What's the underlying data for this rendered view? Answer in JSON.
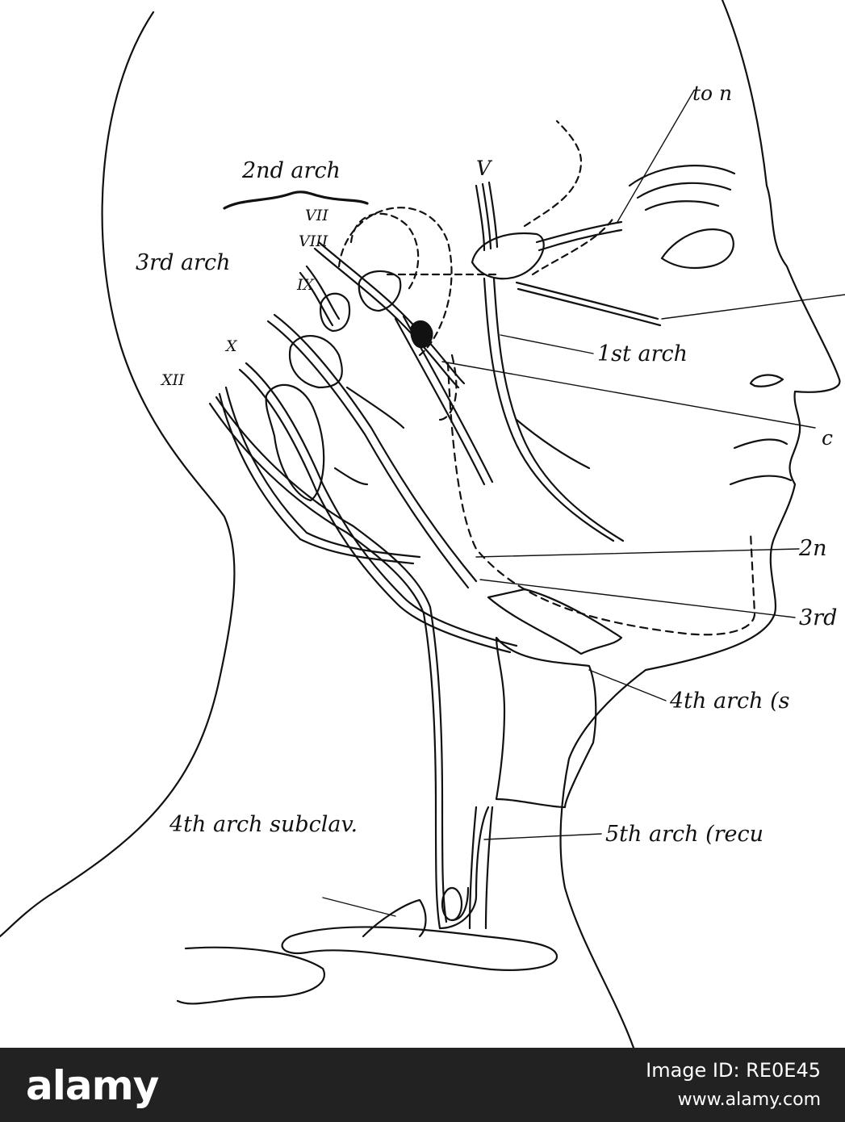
{
  "labels": {
    "to_n": "to n",
    "second_arch_top": "2nd arch",
    "v": "V",
    "vii": "VII",
    "viii": "VIII",
    "third_arch_top": "3rd arch",
    "ix": "IX",
    "x": "X",
    "xii": "XII",
    "first_arch": "1st arch",
    "c": "c",
    "second_n": "2n",
    "third_d": "3rd",
    "fourth_arch_s": "4th arch (s",
    "fourth_arch_subclav": "4th arch subclav.",
    "fifth_arch_recu": "5th arch (recu"
  },
  "footer": {
    "brand": "alamy",
    "image_id": "Image ID: RE0E45",
    "site": "www.alamy.com"
  },
  "colors": {
    "line": "#111111",
    "footer_bg": "#222222",
    "footer_text": "#ffffff"
  }
}
